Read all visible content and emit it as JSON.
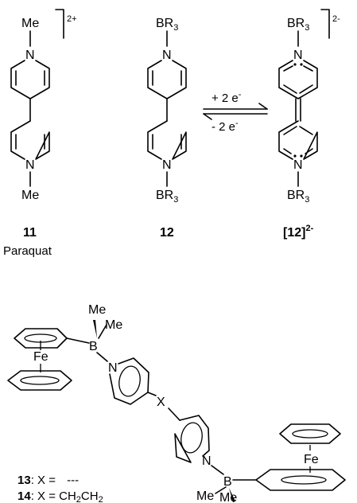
{
  "top_scheme": {
    "paraquat": {
      "top_substituent": "Me",
      "ring_atom": "N",
      "bottom_substituent": "Me",
      "charge": "2+",
      "number": "11",
      "name": "Paraquat"
    },
    "borane_adduct": {
      "top_substituent": "BR",
      "top_substituent_sub": "3",
      "ring_atom": "N",
      "bottom_substituent": "BR",
      "bottom_substituent_sub": "3",
      "number": "12"
    },
    "equilibrium": {
      "forward_label": "+ 2 e",
      "forward_sup": "-",
      "reverse_label": "- 2 e",
      "reverse_sup": "-"
    },
    "reduced_adduct": {
      "top_substituent": "BR",
      "top_substituent_sub": "3",
      "ring_atom": "N",
      "bottom_substituent": "BR",
      "bottom_substituent_sub": "3",
      "charge": "2-",
      "number": "[12]",
      "number_sup": "2-"
    }
  },
  "bottom_structure": {
    "iron_left": "Fe",
    "iron_right": "Fe",
    "boron_left": "B",
    "boron_right": "B",
    "nitrogen_left": "N",
    "nitrogen_right": "N",
    "methyl_top_1": "Me",
    "methyl_top_2": "Me",
    "methyl_bottom_1": "Me",
    "methyl_bottom_2": "Me",
    "linker": "X",
    "legend": [
      {
        "number": "13",
        "text": ": X = ",
        "value": "---"
      },
      {
        "number": "14",
        "text": ": X = CH",
        "sub1": "2",
        "mid": "CH",
        "sub2": "2"
      }
    ]
  }
}
